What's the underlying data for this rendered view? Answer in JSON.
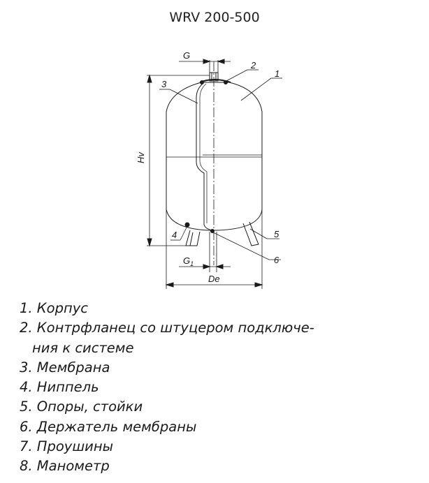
{
  "title": "WRV 200-500",
  "drawing": {
    "labels": {
      "G": "G",
      "G1": "G",
      "G1_sub": "1",
      "Hv": "Hv",
      "De": "De",
      "callouts": [
        "1",
        "2",
        "3",
        "4",
        "5",
        "6"
      ]
    }
  },
  "legend": {
    "items": [
      "1. Корпус",
      "2. Контрфланец со штуцером подключе-",
      "ния к системе",
      "3. Мембрана",
      "4. Ниппель",
      "5. Опоры, стойки",
      "6. Держатель мембраны",
      "7. Проушины",
      "8. Манометр"
    ]
  }
}
